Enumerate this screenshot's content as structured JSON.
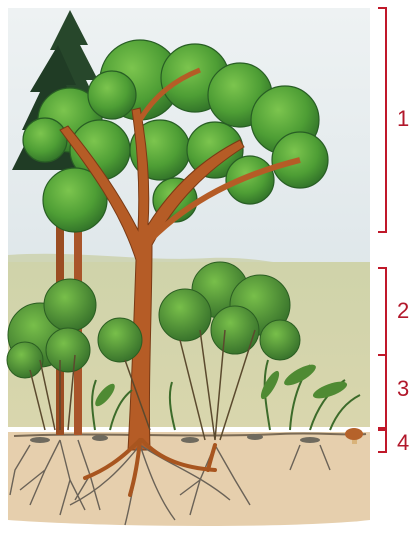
{
  "layers": [
    {
      "label": "1",
      "color": "#c0182a"
    },
    {
      "label": "2",
      "color": "#c0182a"
    },
    {
      "label": "3",
      "color": "#c0182a"
    },
    {
      "label": "4",
      "color": "#c0182a"
    }
  ],
  "colors": {
    "sky": "#e6ecef",
    "meadow": "#c8cda2",
    "soil": "#e7cfae",
    "trunk": "#b35a24",
    "foliage_light": "#55a83a",
    "foliage_dark": "#2d6a2a",
    "conifer": "#274a2c",
    "roots": "#6d6459",
    "bracket": "#c0182a"
  }
}
